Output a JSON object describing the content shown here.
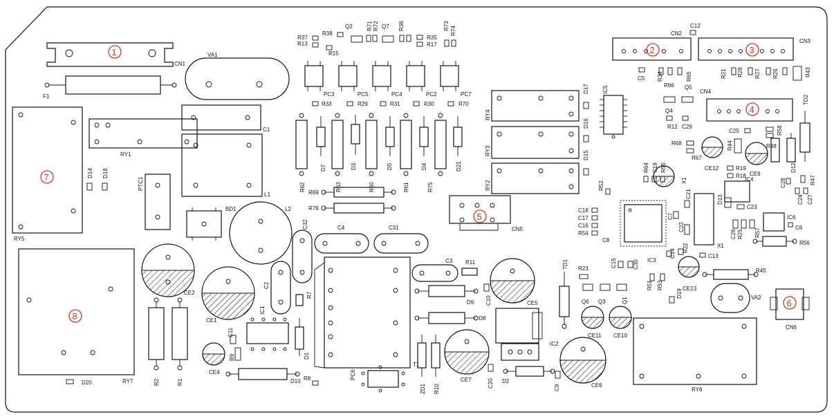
{
  "diagram": {
    "zone_markers": [
      "1",
      "2",
      "3",
      "4",
      "5",
      "6",
      "7",
      "8"
    ],
    "labels": {
      "CN1": "CN1",
      "CN2": "CN2",
      "CN3": "CN3",
      "CN4": "CN4",
      "CN5": "CN5",
      "CN6": "CN6",
      "F1": "F1",
      "VA1": "VA1",
      "VA2": "VA2",
      "RY1": "RY1",
      "RY2": "RY2",
      "RY3": "RY3",
      "RY4": "RY4",
      "RY5": "RY5",
      "RY6": "RY6",
      "RY7": "RY7",
      "PTC1": "PTC1",
      "BD1": "BD1",
      "L1": "L1",
      "L2": "L2",
      "C1": "C1",
      "C2": "C2",
      "C3": "C3",
      "C4": "C4",
      "C31": "C31",
      "C32": "C32",
      "CE1": "CE1",
      "CE2": "CE2",
      "CE4": "CE4",
      "CE5": "CE5",
      "CE6": "CE6",
      "CE7": "CE7",
      "CE9": "CE9",
      "CE10": "CE10",
      "CE11": "CE11",
      "CE12": "CE12",
      "CE13": "CE13",
      "IC1": "IC1",
      "IC2": "IC2",
      "IC3": "IC3",
      "IC4": "IC4",
      "IC5": "IC5",
      "IC6": "IC6",
      "PC2": "PC2",
      "PC3": "PC3",
      "PC4": "PC4",
      "PC5": "PC5",
      "PC6": "PC6",
      "PC7": "PC7",
      "Q1": "Q1",
      "Q2": "Q2",
      "Q3": "Q3",
      "Q4": "Q4",
      "Q5": "Q5",
      "Q6": "Q6",
      "Q7": "Q7",
      "D1": "D1",
      "D2": "D2",
      "D3": "D3",
      "D4": "D4",
      "D5": "D5",
      "D7": "D7",
      "D8": "D8",
      "D9": "D9",
      "D10": "D10",
      "D12": "D12",
      "D13": "D13",
      "D14": "D14",
      "D15": "D15",
      "D16": "D16",
      "D17": "D17",
      "D18": "D18",
      "D19": "D19",
      "D20": "D20",
      "D21": "D21",
      "ZD1": "ZD1",
      "TD1": "TD1",
      "TD2": "TD2",
      "T1": "T1",
      "X1": "X1",
      "R1": "R1",
      "R2": "R2",
      "R7": "R7",
      "R8": "R8",
      "R9": "R9",
      "R10": "R10",
      "R11": "R11",
      "R12": "R12",
      "R13": "R13",
      "R15": "R15",
      "R17": "R17",
      "R18": "R18",
      "R19": "R19",
      "R21": "R21",
      "R22": "R22",
      "R23": "R23",
      "R24": "R24",
      "R25": "R25",
      "R26": "R26",
      "R27": "R27",
      "R28": "R28",
      "R29": "R29",
      "R30": "R30",
      "R31": "R31",
      "R33": "R33",
      "R35": "R35",
      "R36": "R36",
      "R37": "R37",
      "R38": "R38",
      "R43": "R43",
      "R44": "R44",
      "R45": "R45",
      "R47": "R47",
      "R48": "R48",
      "R51": "R51",
      "R52": "R52",
      "R53": "R53",
      "R54": "R54",
      "R55": "R55",
      "R56": "R56",
      "R57": "R57",
      "R58": "R58",
      "R60": "R60",
      "R61": "R61",
      "R62": "R62",
      "R63": "R63",
      "R64": "R64",
      "R65": "R65",
      "R66": "R66",
      "R67": "R67",
      "R68": "R68",
      "R69": "R69",
      "R70": "R70",
      "R71": "R71",
      "R72": "R72",
      "R73": "R73",
      "R74": "R74",
      "R75": "R75",
      "R76": "R76",
      "C5": "C5",
      "C6": "C6",
      "C7": "C7",
      "C8": "C8",
      "C9": "C9",
      "C10": "C10",
      "C11": "C11",
      "C12": "C12",
      "C13": "C13",
      "C14": "C14",
      "C15": "C15",
      "C16": "C16",
      "C17": "C17",
      "C18": "C18",
      "C19": "C19",
      "C20": "C20",
      "C21": "C21",
      "C22": "C22",
      "C23": "C23",
      "C24": "C24",
      "C25": "C25",
      "C26": "C26",
      "C27": "C27",
      "C28": "C28",
      "C29": "C29",
      "C30": "C30"
    }
  }
}
